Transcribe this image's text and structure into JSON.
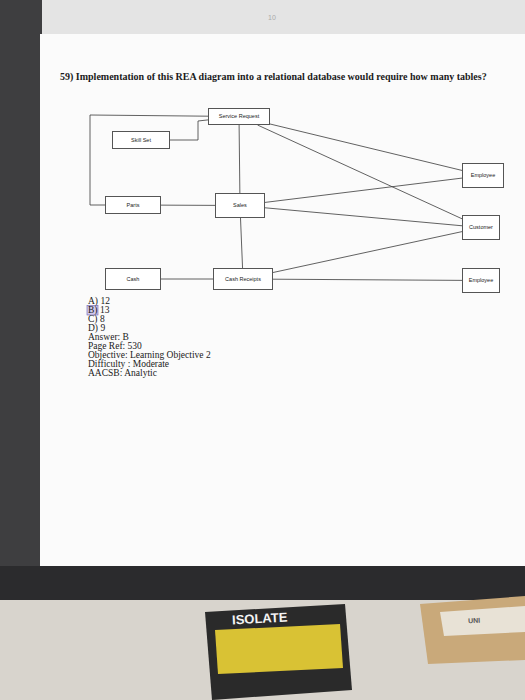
{
  "diagram": {
    "title": "59) Implementation of this REA diagram into a relational database would require how many tables?",
    "nodes": [
      {
        "text": [
          "Service Request"
        ]
      },
      {
        "text": [
          "Skill Set"
        ]
      },
      {
        "text": [
          "Employee"
        ]
      },
      {
        "text": [
          "Parts"
        ]
      },
      {
        "text": [
          "Sales"
        ]
      },
      {
        "text": [
          "Customer"
        ]
      },
      {
        "text": [
          "Cash"
        ]
      },
      {
        "text": [
          "Cash Receipts"
        ]
      },
      {
        "text": [
          "Employee"
        ]
      }
    ],
    "edges": [
      {
        "from": 1,
        "to": 0,
        "arrow": "none"
      },
      {
        "from": 0,
        "to": 3,
        "arrow": "none"
      },
      {
        "from": 0,
        "to": 4,
        "arrow": "none"
      },
      {
        "from": 0,
        "to": 2,
        "arrow": "none"
      },
      {
        "from": 0,
        "to": 5,
        "arrow": "none"
      },
      {
        "from": 3,
        "to": 4,
        "arrow": "none"
      },
      {
        "from": 4,
        "to": 2,
        "arrow": "none"
      },
      {
        "from": 4,
        "to": 5,
        "arrow": "none"
      },
      {
        "from": 4,
        "to": 7,
        "arrow": "none"
      },
      {
        "from": 6,
        "to": 7,
        "arrow": "none"
      },
      {
        "from": 7,
        "to": 5,
        "arrow": "none"
      },
      {
        "from": 7,
        "to": 8,
        "arrow": "none"
      }
    ],
    "labels": [
      "10",
      "A) 12",
      "B) 13",
      "C) 8",
      "D) 9",
      "Answer: B",
      "Page Ref: 530",
      "Objective: Learning Objective 2",
      "Difficulty : Moderate",
      "AACSB: Analytic",
      "ISOLATE",
      "UNI"
    ]
  }
}
